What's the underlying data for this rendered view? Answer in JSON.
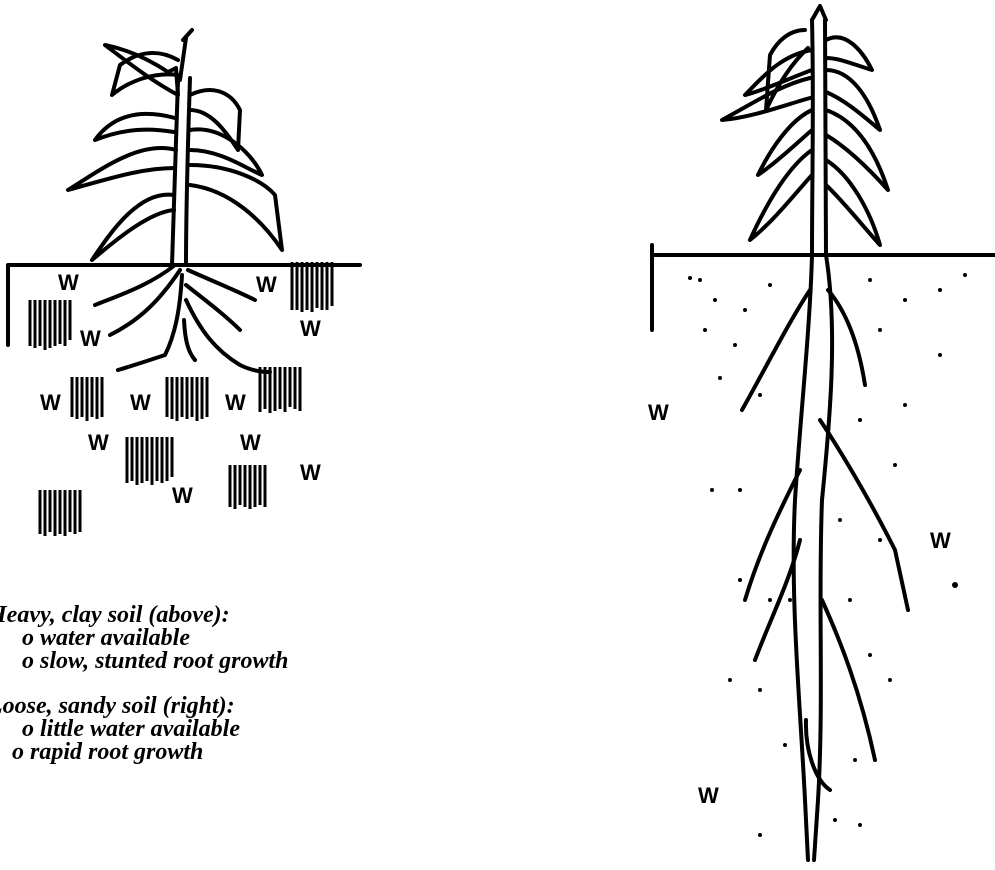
{
  "water_marker": "W",
  "captions": {
    "clay": {
      "heading": "Heavy, clay soil (above):",
      "points": [
        "o  water available",
        "o  slow, stunted root growth"
      ]
    },
    "sand": {
      "heading": "Loose, sandy soil (right):",
      "points": [
        "o  little water available",
        "o  rapid root growth"
      ]
    }
  }
}
